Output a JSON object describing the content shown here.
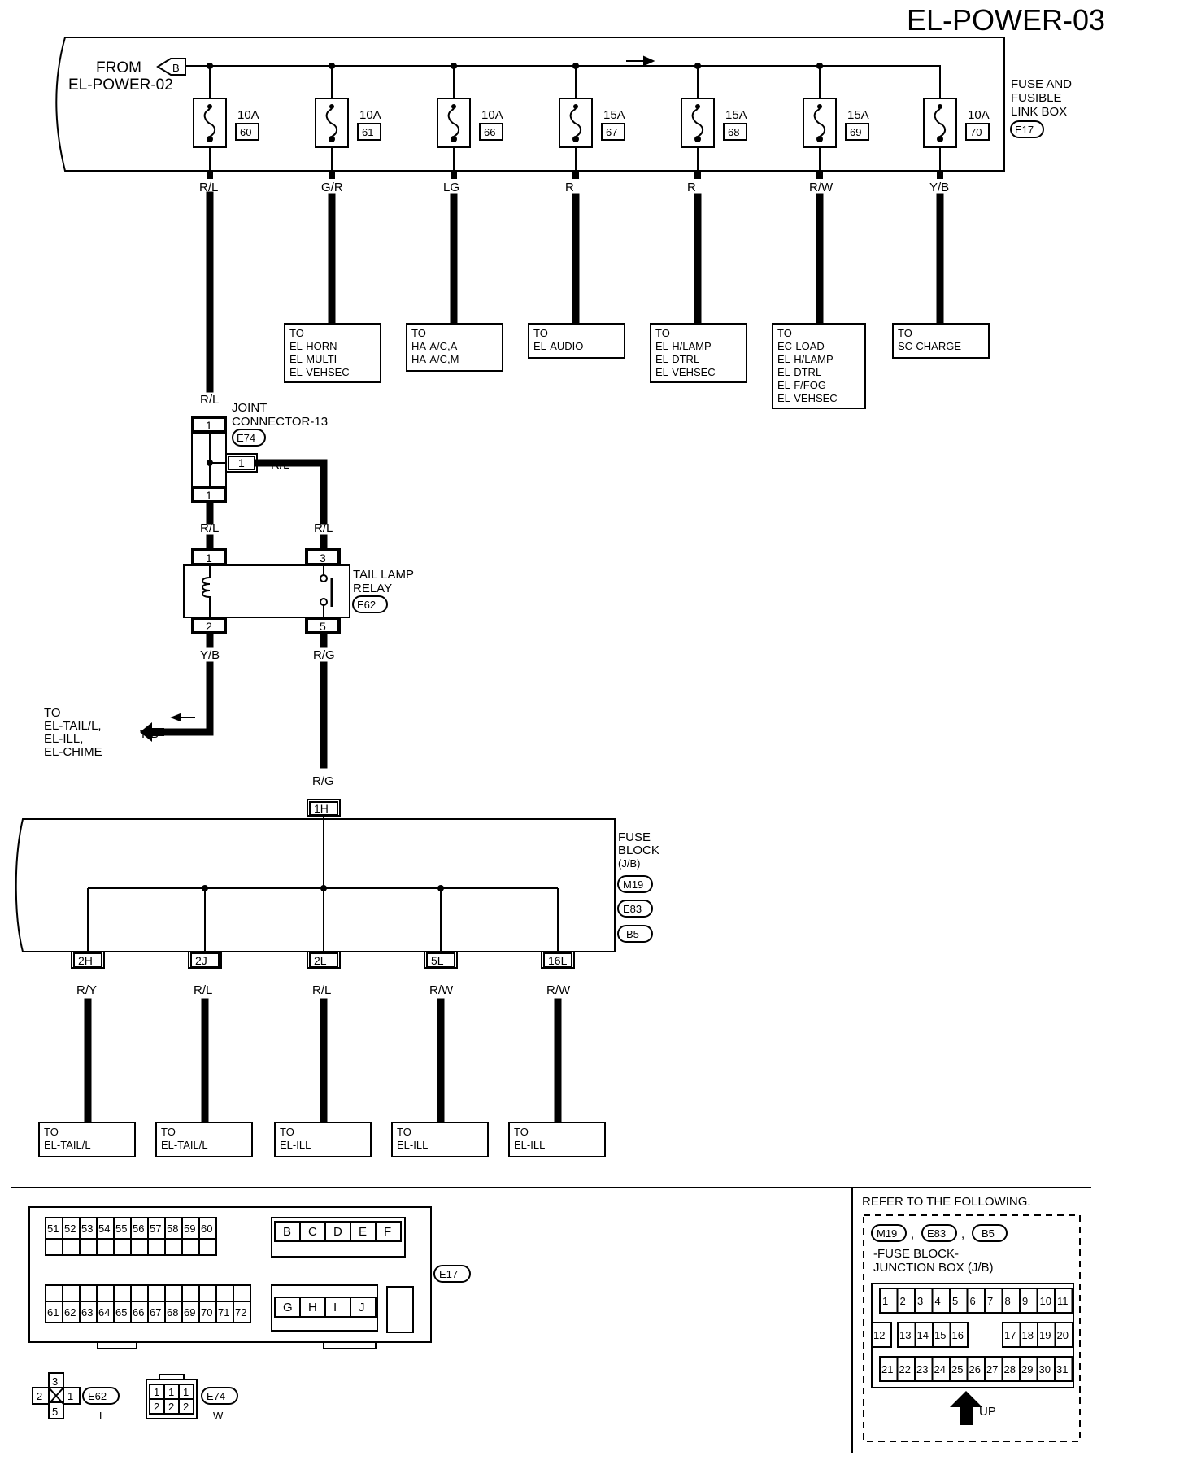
{
  "page_title": "EL-POWER-03",
  "from": {
    "label_line1": "FROM",
    "label_line2": "EL-POWER-02",
    "connector_letter": "B"
  },
  "fuse_box": {
    "line1": "FUSE AND",
    "line2": "FUSIBLE",
    "line3": "LINK BOX",
    "connector": "E17"
  },
  "fuses": [
    {
      "rating": "10A",
      "number": "60",
      "wire": "R/L"
    },
    {
      "rating": "10A",
      "number": "61",
      "wire": "G/R"
    },
    {
      "rating": "10A",
      "number": "66",
      "wire": "LG"
    },
    {
      "rating": "15A",
      "number": "67",
      "wire": "R"
    },
    {
      "rating": "15A",
      "number": "68",
      "wire": "R"
    },
    {
      "rating": "15A",
      "number": "69",
      "wire": "R/W"
    },
    {
      "rating": "10A",
      "number": "70",
      "wire": "Y/B"
    }
  ],
  "destinations_top": [
    {
      "lines": [
        "TO",
        "EL-HORN",
        "EL-MULTI",
        "EL-VEHSEC"
      ]
    },
    {
      "lines": [
        "TO",
        "HA-A/C,A",
        "HA-A/C,M"
      ]
    },
    {
      "lines": [
        "TO",
        "EL-AUDIO"
      ]
    },
    {
      "lines": [
        "TO",
        "EL-H/LAMP",
        "EL-DTRL",
        "EL-VEHSEC"
      ]
    },
    {
      "lines": [
        "TO",
        "EC-LOAD",
        "EL-H/LAMP",
        "EL-DTRL",
        "EL-F/FOG",
        "EL-VEHSEC"
      ]
    },
    {
      "lines": [
        "TO",
        "SC-CHARGE"
      ]
    }
  ],
  "joint_connector": {
    "line1": "JOINT",
    "line2": "CONNECTOR-13",
    "connector": "E74",
    "pin_in": "1",
    "pin_out": "1",
    "pin_side": "1",
    "wire_in": "R/L",
    "wire_out": "R/L",
    "wire_side": "R/L"
  },
  "relay": {
    "line1": "TAIL LAMP",
    "line2": "RELAY",
    "connector": "E62",
    "pins": [
      "1",
      "2",
      "3",
      "5"
    ],
    "wire_1": "R/L",
    "wire_3": "R/L",
    "wire_2": "Y/B",
    "wire_5": "R/G"
  },
  "tail_out": {
    "lines": [
      "TO",
      "EL-TAIL/L,",
      "EL-ILL,",
      "EL-CHIME"
    ],
    "wire": "Y/B"
  },
  "fuse_block": {
    "lines": [
      "FUSE",
      "BLOCK",
      "(J/B)"
    ],
    "connectors": [
      "M19",
      "E83",
      "B5"
    ],
    "input_pin": "1H",
    "input_wire": "R/G",
    "outputs": [
      {
        "pin": "2H",
        "wire": "R/Y",
        "dest": [
          "TO",
          "EL-TAIL/L"
        ]
      },
      {
        "pin": "2J",
        "wire": "R/L",
        "dest": [
          "TO",
          "EL-TAIL/L"
        ]
      },
      {
        "pin": "2L",
        "wire": "R/L",
        "dest": [
          "TO",
          "EL-ILL"
        ]
      },
      {
        "pin": "5L",
        "wire": "R/W",
        "dest": [
          "TO",
          "EL-ILL"
        ]
      },
      {
        "pin": "16L",
        "wire": "R/W",
        "dest": [
          "TO",
          "EL-ILL"
        ]
      }
    ]
  },
  "connector_e17": {
    "label": "E17",
    "row1": [
      "51",
      "52",
      "53",
      "54",
      "55",
      "56",
      "57",
      "58",
      "59",
      "60"
    ],
    "row2": [
      "61",
      "62",
      "63",
      "64",
      "65",
      "66",
      "67",
      "68",
      "69",
      "70",
      "71",
      "72"
    ],
    "letters_top": [
      "B",
      "C",
      "D",
      "E",
      "F"
    ],
    "letters_bottom": [
      "G",
      "H",
      "I",
      "J"
    ]
  },
  "connector_e62": {
    "label": "E62",
    "color": "L",
    "pins": [
      "3",
      "2",
      "1",
      "5"
    ]
  },
  "connector_e74": {
    "label": "E74",
    "color": "W",
    "top": [
      "1",
      "1",
      "1"
    ],
    "bottom": [
      "2",
      "2",
      "2"
    ]
  },
  "refer": {
    "title": "REFER TO THE FOLLOWING.",
    "connectors": [
      "M19",
      "E83",
      "B5"
    ],
    "sep": ",",
    "line1": "-FUSE BLOCK-",
    "line2": "JUNCTION BOX (J/B)",
    "row1": [
      "1",
      "2",
      "3",
      "4",
      "5",
      "6",
      "7",
      "8",
      "9",
      "10",
      "11"
    ],
    "row2": [
      "12",
      "13",
      "14",
      "15",
      "16",
      "17",
      "18",
      "19",
      "20"
    ],
    "row3": [
      "21",
      "22",
      "23",
      "24",
      "25",
      "26",
      "27",
      "28",
      "29",
      "30",
      "31"
    ],
    "up": "UP"
  }
}
